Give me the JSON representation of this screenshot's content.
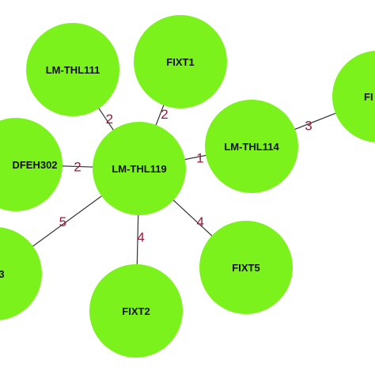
{
  "colors": {
    "node_fill": "#7cf21d",
    "edge": "#333333",
    "edge_label": "#9b1b3b"
  },
  "nodes": [
    {
      "id": "thl111",
      "label": "LM-THL111"
    },
    {
      "id": "fixt1",
      "label": "FIXT1"
    },
    {
      "id": "fi",
      "label": "FI"
    },
    {
      "id": "thl114",
      "label": "LM-THL114"
    },
    {
      "id": "thl119",
      "label": "LM-THL119"
    },
    {
      "id": "dfeh302",
      "label": "DFEH302"
    },
    {
      "id": "n3",
      "label": "3"
    },
    {
      "id": "fixt2",
      "label": "FIXT2"
    },
    {
      "id": "fixt5",
      "label": "FIXT5"
    }
  ],
  "edges": [
    {
      "from": "thl119",
      "to": "thl111",
      "label": "2"
    },
    {
      "from": "thl119",
      "to": "fixt1",
      "label": "2"
    },
    {
      "from": "thl119",
      "to": "thl114",
      "label": "1"
    },
    {
      "from": "thl114",
      "to": "fi",
      "label": "3"
    },
    {
      "from": "thl119",
      "to": "dfeh302",
      "label": "2"
    },
    {
      "from": "thl119",
      "to": "n3",
      "label": "5"
    },
    {
      "from": "thl119",
      "to": "fixt2",
      "label": "4"
    },
    {
      "from": "thl119",
      "to": "fixt5",
      "label": "4"
    }
  ]
}
